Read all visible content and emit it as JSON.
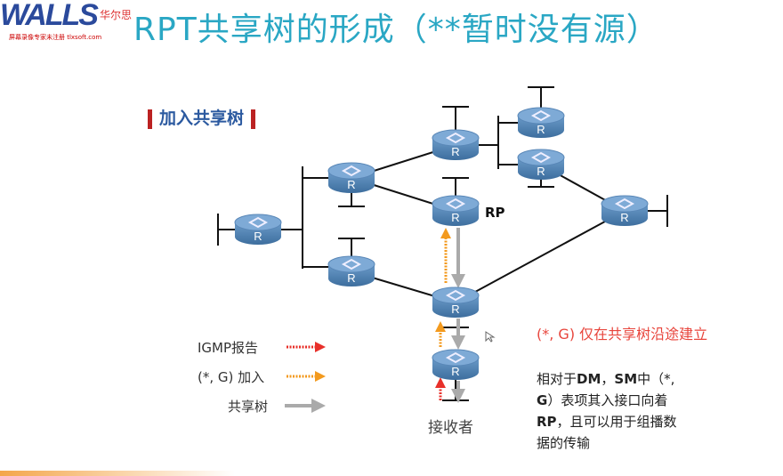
{
  "slide": {
    "title": "RPT共享树的形成（**暂时没有源）",
    "section_heading": "加入共享树",
    "watermark": {
      "logo": "WALLS",
      "cn": "华尔思",
      "sub": "屏幕录像专家未注册 tlxsoft.com"
    },
    "rp_label": "RP",
    "router_label": "R",
    "receiver_label": "接收者",
    "legend": [
      {
        "label": "IGMP报告",
        "style": "dotted-red-orange-arrow"
      },
      {
        "label": "(*, G) 加入",
        "style": "dotted-orange-arrow"
      },
      {
        "label": "共享树",
        "style": "solid-gray-arrow"
      }
    ],
    "callout_red": "(*, G) 仅在共享树沿途建立",
    "note": {
      "line1_pre": "相对于",
      "line1_b1": "DM",
      "line1_mid": "，",
      "line1_b2": "SM",
      "line1_post": "中（*,",
      "line2_b": "G",
      "line2_post": "）表项其入接口向着",
      "line3_b": "RP",
      "line3_post": "，且可以用于组播数",
      "line4": "据的传输"
    },
    "colors": {
      "title": "#2aa7c4",
      "heading": "#2c5aa0",
      "router": "#4f86b8",
      "callout": "#e8453c",
      "shared_tree": "#aaaaaa"
    }
  }
}
